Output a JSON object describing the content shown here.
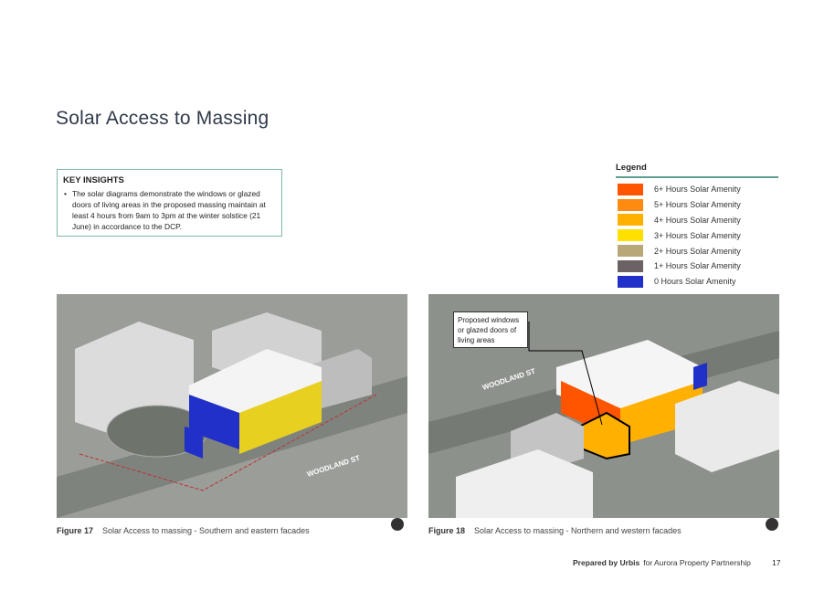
{
  "title": "Solar Access to Massing",
  "key_insights": {
    "heading": "KEY INSIGHTS",
    "text": "The solar diagrams demonstrate the windows or glazed doors of living areas in the proposed massing maintain at least 4 hours from 9am to 3pm at the winter solstice (21 June) in accordance to the DCP."
  },
  "legend": {
    "title": "Legend",
    "items": [
      {
        "label": "6+ Hours Solar Amenity",
        "color": "#ff5500"
      },
      {
        "label": "5+ Hours Solar Amenity",
        "color": "#ff8a10"
      },
      {
        "label": "4+ Hours Solar Amenity",
        "color": "#ffb000"
      },
      {
        "label": "3+ Hours Solar Amenity",
        "color": "#ffe000"
      },
      {
        "label": "2+ Hours Solar Amenity",
        "color": "#b8a878"
      },
      {
        "label": "1+ Hours Solar Amenity",
        "color": "#6a6264"
      },
      {
        "label": "0 Hours Solar Amenity",
        "color": "#2030c8"
      }
    ]
  },
  "figures": [
    {
      "number": "Figure 17",
      "caption": "Solar Access to massing - Southern and eastern facades",
      "street": "WOODLAND ST"
    },
    {
      "number": "Figure 18",
      "caption": "Solar Access to massing - Northern and western facades",
      "street": "WOODLAND ST",
      "callout": "Proposed windows or glazed doors of living areas"
    }
  ],
  "footer": {
    "prepared": "Prepared by Urbis",
    "for": "for Aurora Property Partnership",
    "page": "17"
  }
}
